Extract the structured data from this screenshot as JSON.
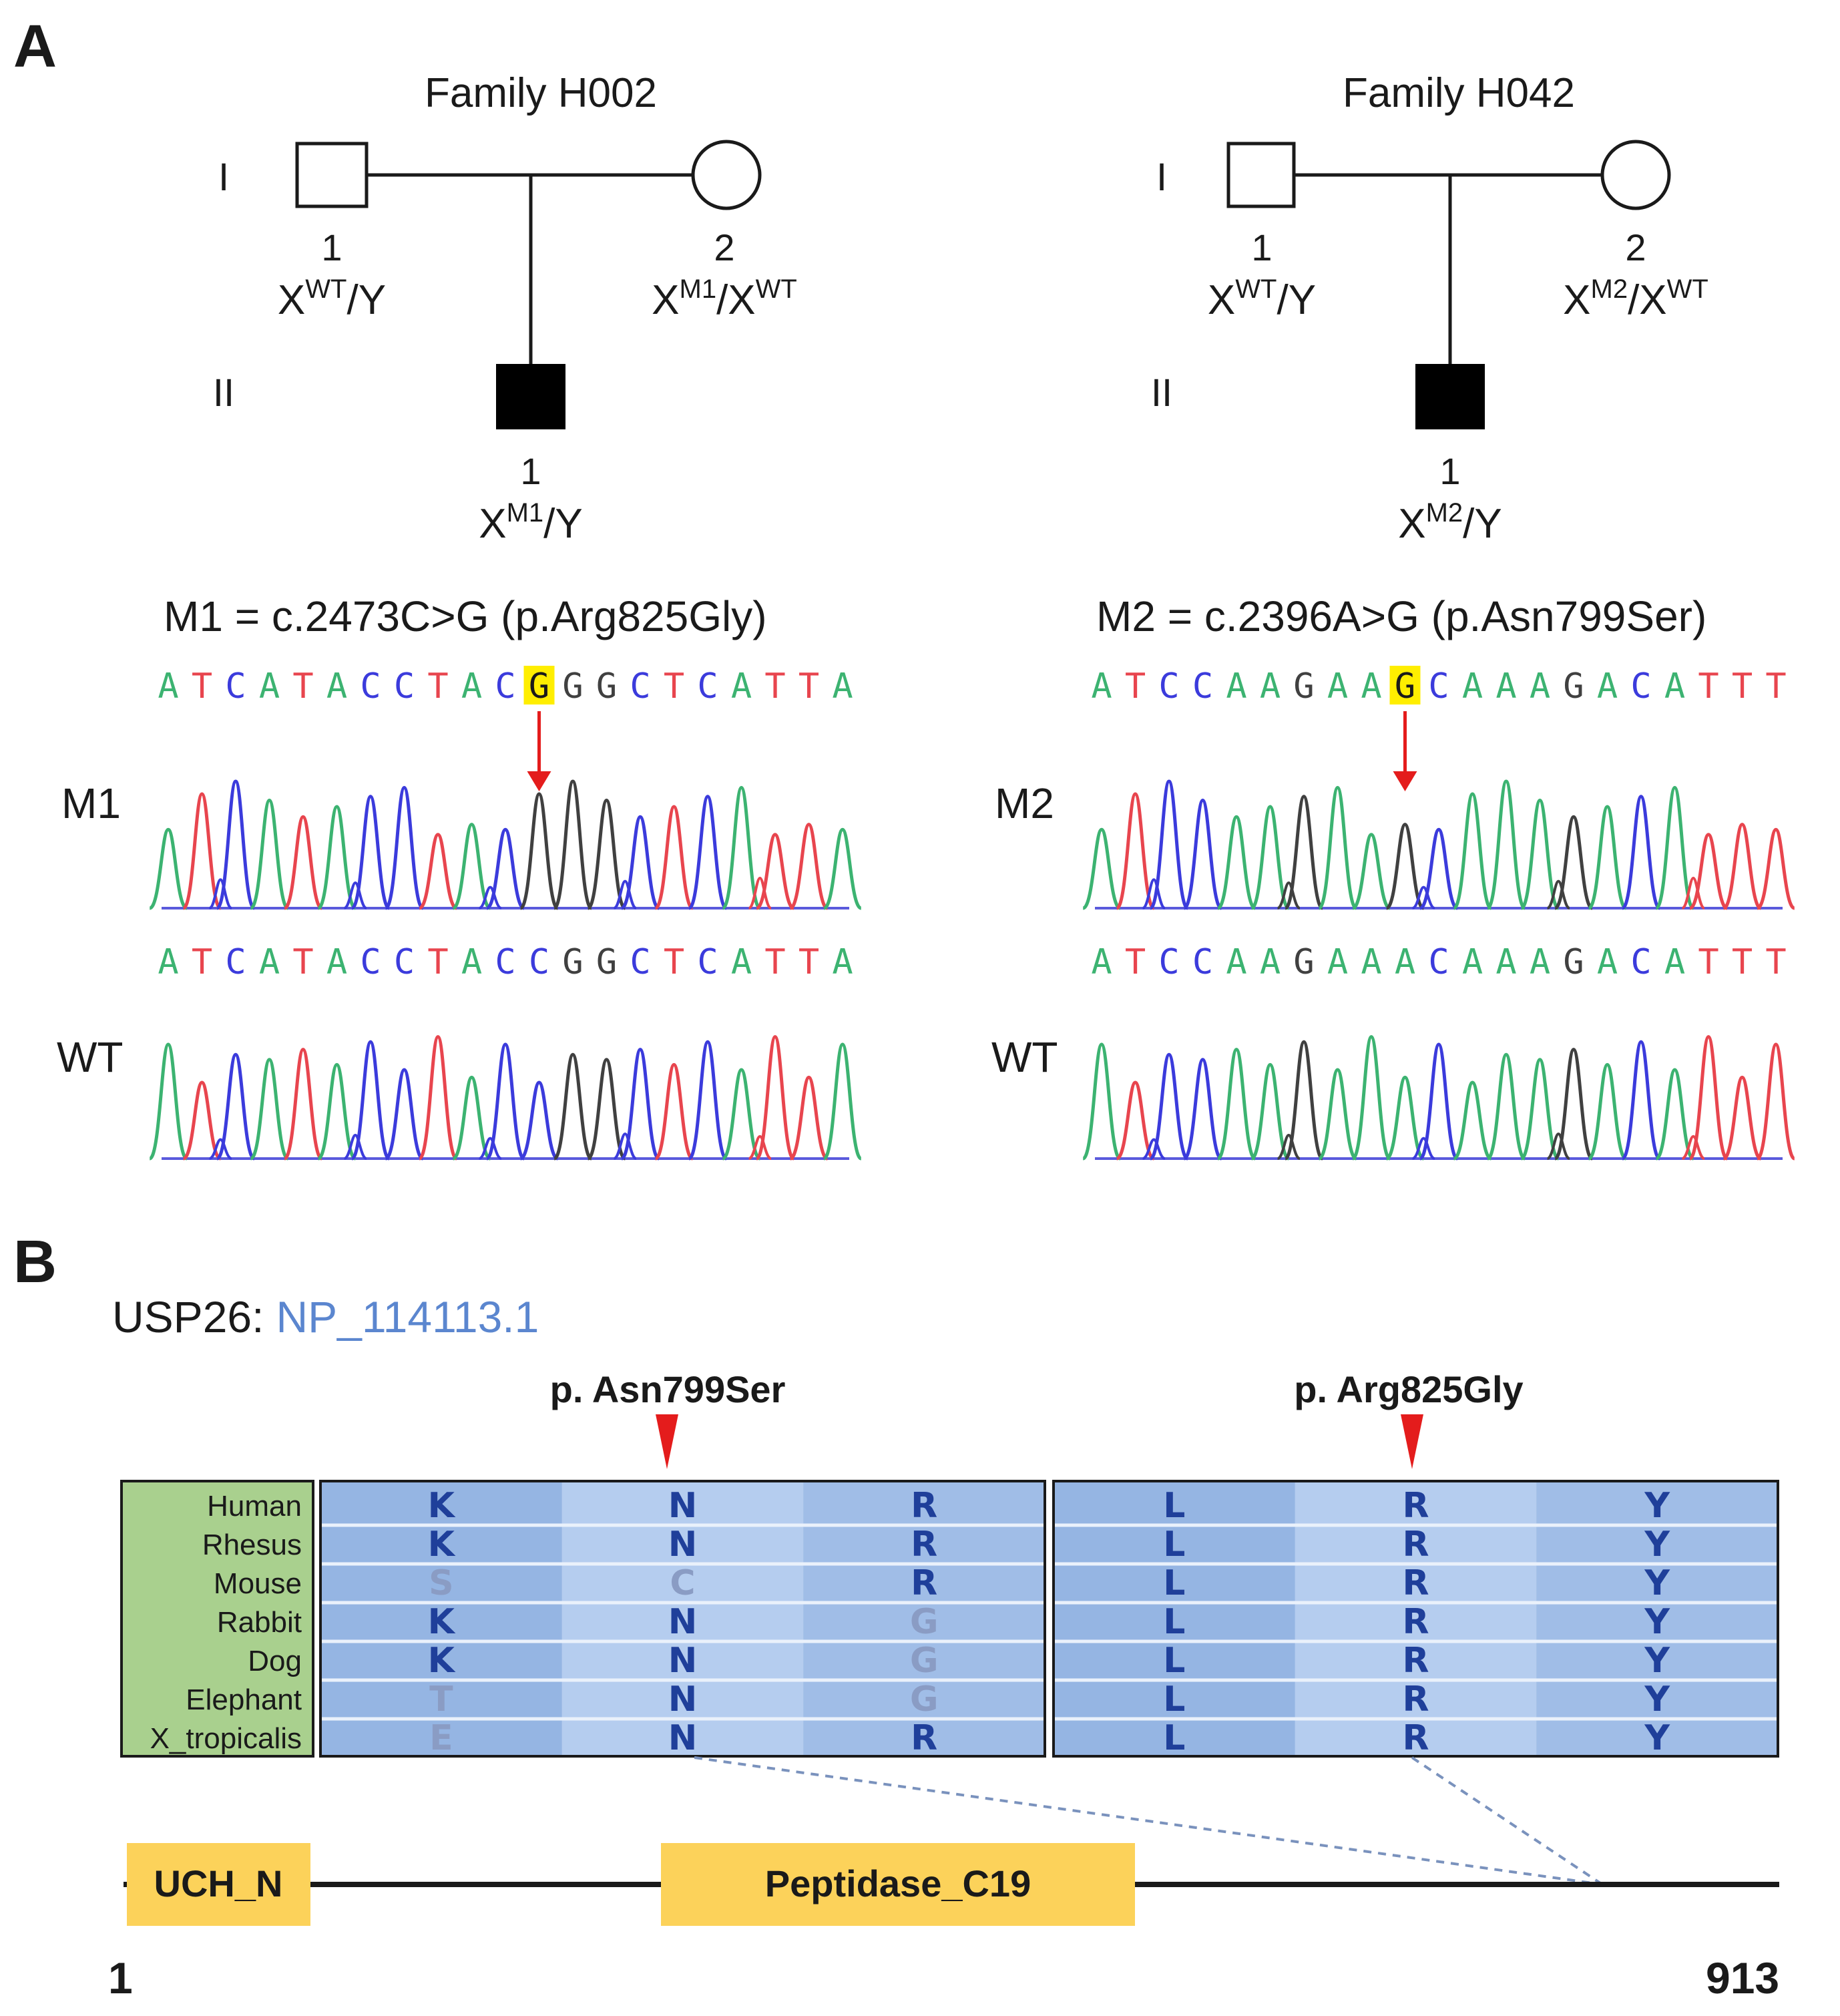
{
  "panel_a": {
    "letter": "A",
    "families": [
      {
        "title": "Family H002",
        "gen_labels": [
          "I",
          "II"
        ],
        "father": {
          "num": "1",
          "base": "X",
          "sup": "WT",
          "rest": "/Y"
        },
        "mother": {
          "num": "2",
          "base": "X",
          "sup": "M1",
          "mid": "/X",
          "sup2": "WT"
        },
        "child": {
          "num": "1",
          "base": "X",
          "sup": "M1",
          "rest": "/Y"
        },
        "mutation_label": "M1 = c.2473C>G (p.Arg825Gly)",
        "mutant_seq": "ATCATACCTACGGGCTCATTA",
        "highlight_index": 11,
        "wt_seq": "ATCATACCTACCGGCTCATTA",
        "trace_labels": [
          "M1",
          "WT"
        ]
      },
      {
        "title": "Family H042",
        "gen_labels": [
          "I",
          "II"
        ],
        "father": {
          "num": "1",
          "base": "X",
          "sup": "WT",
          "rest": "/Y"
        },
        "mother": {
          "num": "2",
          "base": "X",
          "sup": "M2",
          "mid": "/X",
          "sup2": "WT"
        },
        "child": {
          "num": "1",
          "base": "X",
          "sup": "M2",
          "rest": "/Y"
        },
        "mutation_label": "M2 = c.2396A>G (p.Asn799Ser)",
        "mutant_seq": "ATCCAAGAAGCAAAGACATTT",
        "highlight_index": 9,
        "wt_seq": "ATCCAAGAAACAAAGACATTT",
        "trace_labels": [
          "M2",
          "WT"
        ]
      }
    ]
  },
  "panel_b": {
    "letter": "B",
    "gene_label": "USP26:",
    "accession": "NP_114113.1",
    "variant_labels": [
      "p. Asn799Ser",
      "p. Arg825Gly"
    ],
    "species": [
      "Human",
      "Rhesus",
      "Mouse",
      "Rabbit",
      "Dog",
      "Elephant",
      "X_tropicalis"
    ],
    "alignment_left": [
      [
        "K",
        "N",
        "R"
      ],
      [
        "K",
        "N",
        "R"
      ],
      [
        "S",
        "C",
        "R"
      ],
      [
        "K",
        "N",
        "G"
      ],
      [
        "K",
        "N",
        "G"
      ],
      [
        "T",
        "N",
        "G"
      ],
      [
        "E",
        "N",
        "R"
      ]
    ],
    "alignment_right": [
      [
        "L",
        "R",
        "Y"
      ],
      [
        "L",
        "R",
        "Y"
      ],
      [
        "L",
        "R",
        "Y"
      ],
      [
        "L",
        "R",
        "Y"
      ],
      [
        "L",
        "R",
        "Y"
      ],
      [
        "L",
        "R",
        "Y"
      ],
      [
        "L",
        "R",
        "Y"
      ]
    ],
    "domains": [
      "UCH_N",
      "Peptidase_C19"
    ],
    "protein_start": "1",
    "protein_end": "913"
  },
  "colors": {
    "A": "#3cb371",
    "T": "#e8454e",
    "C": "#3b3bdc",
    "G": "#404040",
    "highlight": "#ffee00",
    "arrow": "#e41c1c",
    "species_bg": "#a9d08e",
    "align_bg": "#a8c4ea",
    "domain": "#fcd25a"
  }
}
